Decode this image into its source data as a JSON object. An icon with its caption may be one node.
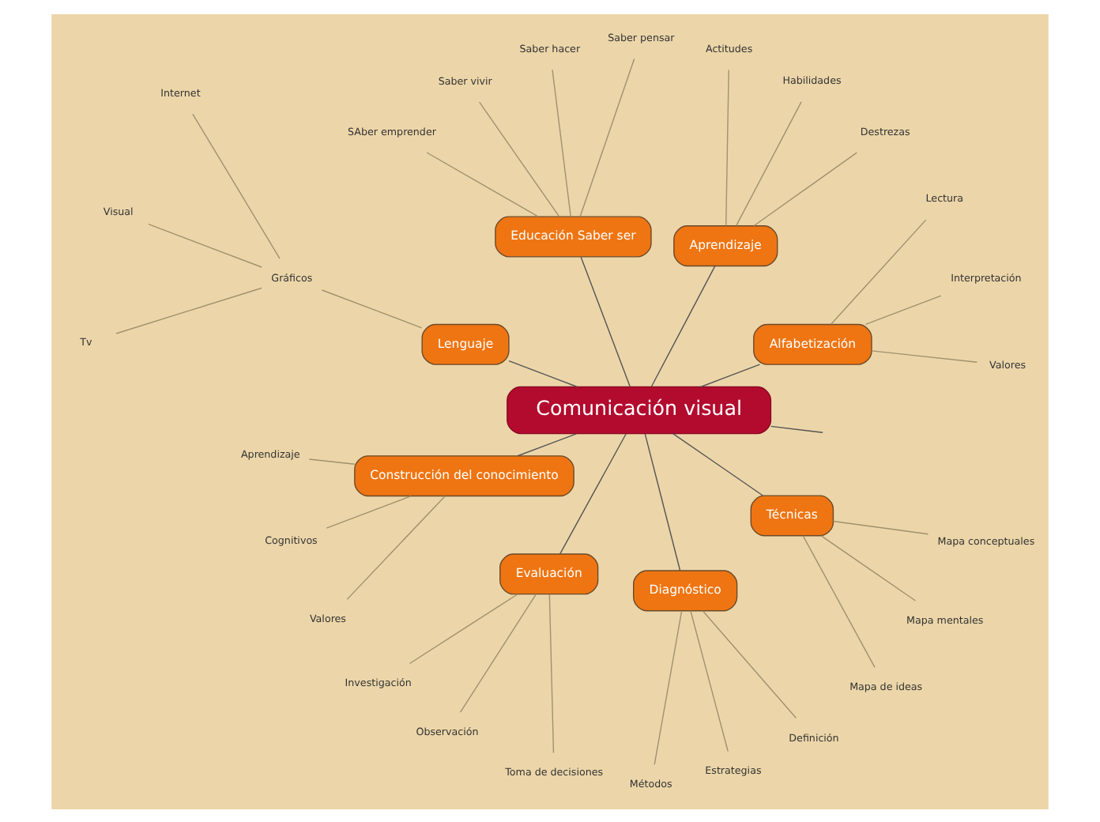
{
  "diagram": {
    "nodes": [
      {
        "text": [
          "Comunicación visual"
        ]
      },
      {
        "text": [
          "Alfabetización"
        ]
      },
      {
        "text": [
          "Valores"
        ]
      },
      {
        "text": [
          "Interpretación"
        ]
      },
      {
        "text": [
          "Lectura"
        ]
      },
      {
        "text": [
          "Aprendizaje"
        ]
      },
      {
        "text": [
          "Destrezas"
        ]
      },
      {
        "text": [
          "Habilidades"
        ]
      },
      {
        "text": [
          "Actitudes"
        ]
      },
      {
        "text": [
          "Educación Saber ser"
        ]
      },
      {
        "text": [
          "Saber pensar"
        ]
      },
      {
        "text": [
          "Saber hacer"
        ]
      },
      {
        "text": [
          "Saber vivir"
        ]
      },
      {
        "text": [
          "SAber emprender"
        ]
      },
      {
        "text": [
          "Lenguaje"
        ]
      },
      {
        "text": [
          "Gráficos"
        ]
      },
      {
        "text": [
          "Internet"
        ]
      },
      {
        "text": [
          "Visual"
        ]
      },
      {
        "text": [
          "Tv"
        ]
      },
      {
        "text": [
          "Construcción del conocimiento"
        ]
      },
      {
        "text": [
          "Aprendizaje"
        ]
      },
      {
        "text": [
          "Cognitivos"
        ]
      },
      {
        "text": [
          "Valores"
        ]
      },
      {
        "text": [
          "Evaluación"
        ]
      },
      {
        "text": [
          "Investigación"
        ]
      },
      {
        "text": [
          "Observación"
        ]
      },
      {
        "text": [
          "Toma de decisiones"
        ]
      },
      {
        "text": [
          "Diagnóstico"
        ]
      },
      {
        "text": [
          "Métodos"
        ]
      },
      {
        "text": [
          "Estrategias"
        ]
      },
      {
        "text": [
          "Definición"
        ]
      },
      {
        "text": [
          "Técnicas"
        ]
      },
      {
        "text": [
          "Mapa de ideas"
        ]
      },
      {
        "text": [
          "Mapa mentales"
        ]
      },
      {
        "text": [
          "Mapa conceptuales"
        ]
      }
    ],
    "edges": [
      {
        "from": 0,
        "to": 1,
        "arrow": "none",
        "color": "#555555"
      },
      {
        "from": 1,
        "to": 2,
        "arrow": "none"
      },
      {
        "from": 1,
        "to": 3,
        "arrow": "none"
      },
      {
        "from": 1,
        "to": 4,
        "arrow": "none"
      },
      {
        "from": 0,
        "to": 5,
        "arrow": "none",
        "color": "#555555"
      },
      {
        "from": 5,
        "to": 6,
        "arrow": "none"
      },
      {
        "from": 5,
        "to": 7,
        "arrow": "none"
      },
      {
        "from": 5,
        "to": 8,
        "arrow": "none"
      },
      {
        "from": 0,
        "to": 9,
        "arrow": "none",
        "color": "#555555"
      },
      {
        "from": 9,
        "to": 10,
        "arrow": "none"
      },
      {
        "from": 9,
        "to": 11,
        "arrow": "none"
      },
      {
        "from": 9,
        "to": 12,
        "arrow": "none"
      },
      {
        "from": 9,
        "to": 13,
        "arrow": "none"
      },
      {
        "from": 0,
        "to": 14,
        "arrow": "none",
        "color": "#555555"
      },
      {
        "from": 14,
        "to": 15,
        "arrow": "none"
      },
      {
        "from": 15,
        "to": 16,
        "arrow": "none"
      },
      {
        "from": 15,
        "to": 17,
        "arrow": "none"
      },
      {
        "from": 15,
        "to": 18,
        "arrow": "none"
      },
      {
        "from": 0,
        "to": 19,
        "arrow": "none",
        "color": "#555555"
      },
      {
        "from": 19,
        "to": 20,
        "arrow": "none"
      },
      {
        "from": 19,
        "to": 21,
        "arrow": "none"
      },
      {
        "from": 19,
        "to": 22,
        "arrow": "none"
      },
      {
        "from": 0,
        "to": null,
        "arrow": "none",
        "color": "#555555"
      },
      {
        "from": 0,
        "to": 23,
        "arrow": "none",
        "color": "#555555"
      },
      {
        "from": 23,
        "to": 24,
        "arrow": "none"
      },
      {
        "from": 23,
        "to": 25,
        "arrow": "none"
      },
      {
        "from": 23,
        "to": 26,
        "arrow": "none"
      },
      {
        "from": 0,
        "to": 27,
        "arrow": "none",
        "color": "#555555"
      },
      {
        "from": 27,
        "to": 28,
        "arrow": "none"
      },
      {
        "from": 27,
        "to": 29,
        "arrow": "none"
      },
      {
        "from": 27,
        "to": 30,
        "arrow": "none"
      },
      {
        "from": 0,
        "to": 31,
        "arrow": "none",
        "color": "#555555"
      },
      {
        "from": 31,
        "to": 32,
        "arrow": "none"
      },
      {
        "from": 31,
        "to": 33,
        "arrow": "none"
      },
      {
        "from": 31,
        "to": 34,
        "arrow": "none"
      }
    ]
  }
}
